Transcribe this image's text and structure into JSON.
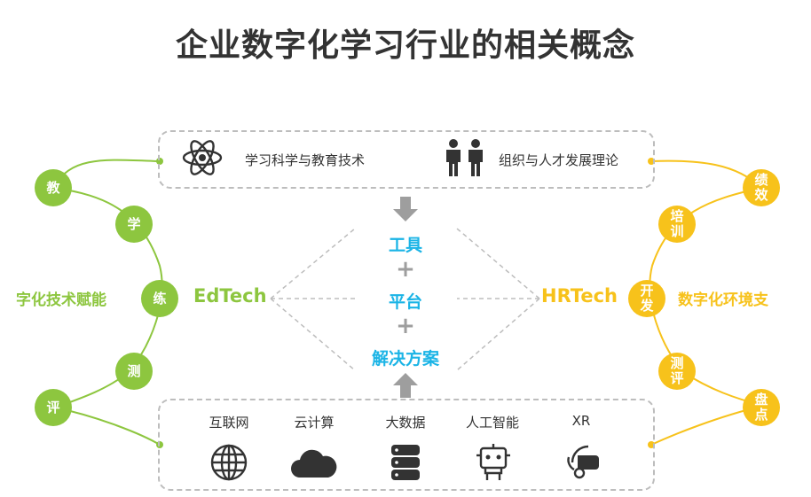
{
  "title": "企业数字化学习行业的相关概念",
  "top_box": {
    "items": [
      {
        "label": "学习科学与教育技术",
        "icon": "atom-icon"
      },
      {
        "label": "组织与人才发展理论",
        "icon": "people-icon"
      }
    ]
  },
  "center": {
    "items": [
      "工具",
      "平台",
      "解决方案"
    ],
    "plus": "+"
  },
  "left": {
    "label": "EdTech",
    "side_label": "字化技术赋能",
    "circles": [
      "教",
      "学",
      "练",
      "测",
      "评"
    ],
    "color": "#8dc63f"
  },
  "right": {
    "label": "HRTech",
    "side_label": "数字化环境支",
    "circles": [
      [
        "绩",
        "效"
      ],
      [
        "培",
        "训"
      ],
      [
        "开",
        "发"
      ],
      [
        "测",
        "评"
      ],
      [
        "盘",
        "点"
      ]
    ],
    "color": "#f7c21b"
  },
  "bottom_box": {
    "items": [
      {
        "label": "互联网",
        "icon": "globe-icon"
      },
      {
        "label": "云计算",
        "icon": "cloud-icon"
      },
      {
        "label": "大数据",
        "icon": "database-icon"
      },
      {
        "label": "人工智能",
        "icon": "robot-icon"
      },
      {
        "label": "XR",
        "icon": "vr-headset-icon"
      }
    ]
  },
  "accent": "#1bb4e6"
}
